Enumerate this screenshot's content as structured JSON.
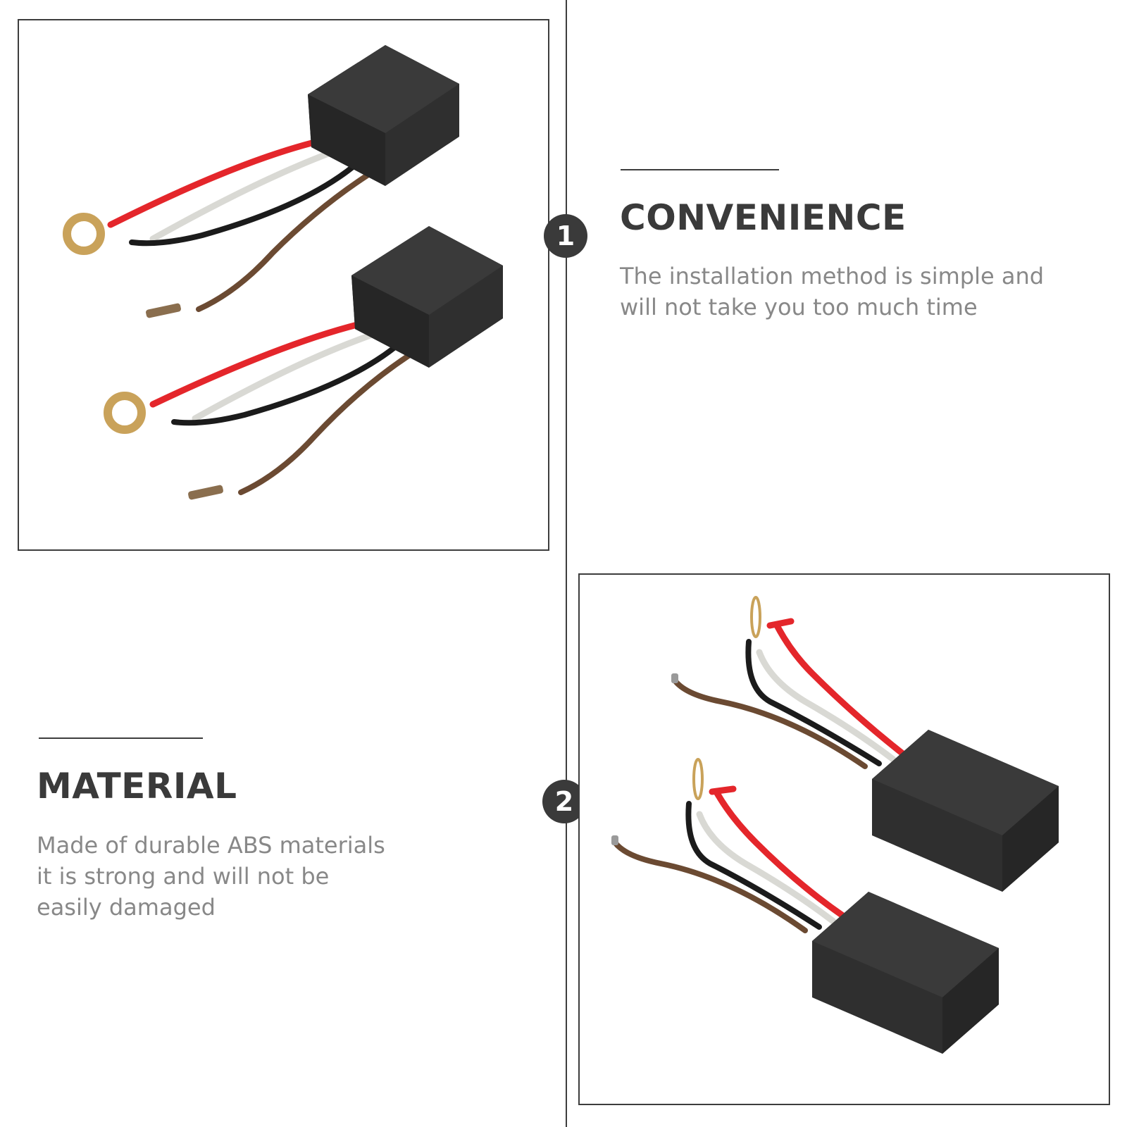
{
  "sections": [
    {
      "number": "1",
      "heading": "CONVENIENCE",
      "description_lines": [
        "The installation method is simple and",
        "will not take you too much time"
      ]
    },
    {
      "number": "2",
      "heading": "MATERIAL",
      "description_lines": [
        "Made of durable ABS materials",
        "it is strong and will not be",
        "easily damaged"
      ]
    }
  ],
  "colors": {
    "box": "#2f2f2f",
    "wire_red": "#e4262b",
    "wire_white": "#d9d9d4",
    "wire_black": "#1b1b1b",
    "wire_brown": "#6b4a32",
    "ring_brass": "#c9a25a",
    "accent_dark": "#3a3a3a",
    "text_gray": "#888888"
  },
  "images": [
    {
      "subject": "touch-sensor-modules-pair-icon"
    },
    {
      "subject": "touch-sensor-modules-pair-icon"
    }
  ]
}
